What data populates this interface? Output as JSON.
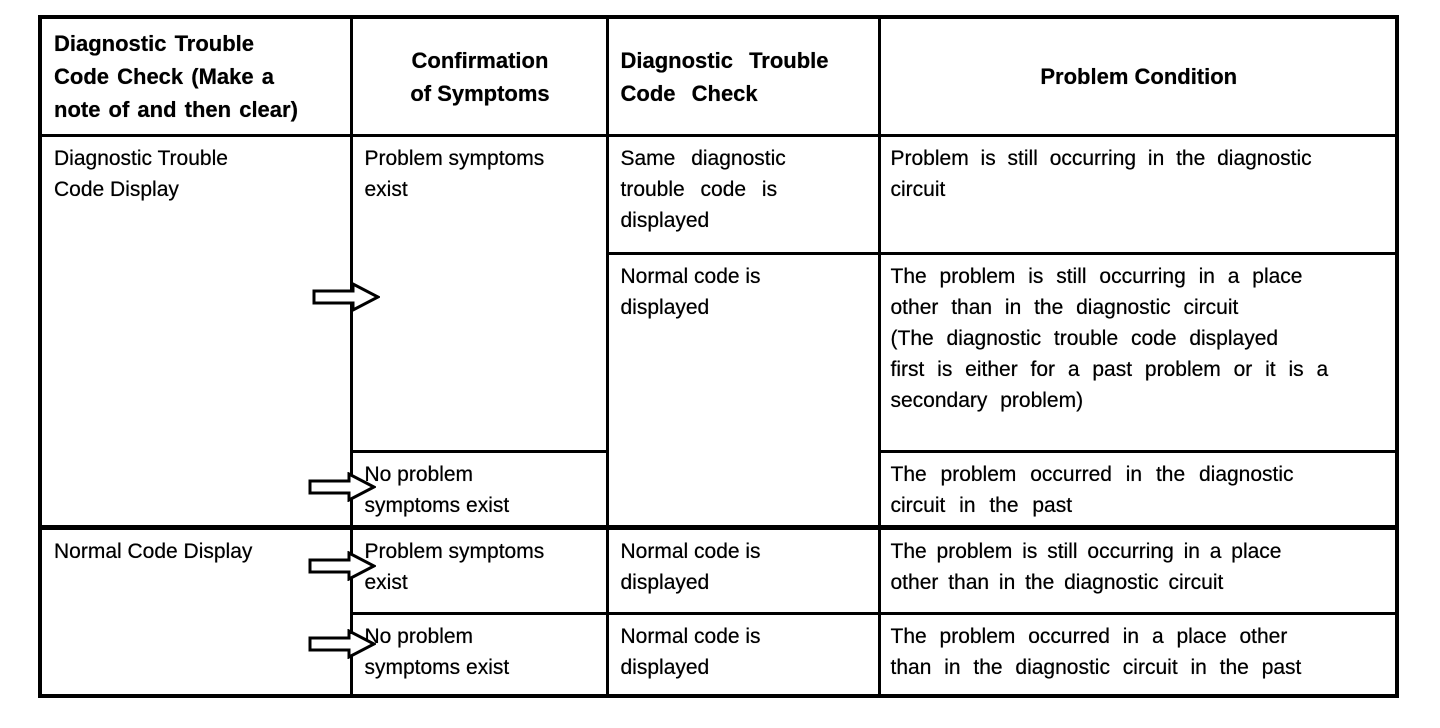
{
  "colors": {
    "ink": "#000000",
    "paper": "#ffffff"
  },
  "icons": {
    "row_pointer": "right-block-arrow"
  },
  "table": {
    "header": {
      "col1": "Diagnostic Trouble\nCode Check (Make a\nnote of and then clear)",
      "col2": "Confirmation\nof Symptoms",
      "col3": "Diagnostic Trouble\nCode Check",
      "col4": "Problem Condition"
    },
    "rows": [
      {
        "initial_code_check": "Diagnostic Trouble\nCode Display",
        "symptoms_confirmation": "Problem symptoms\nexist",
        "second_code_check": "Same diagnostic\ntrouble code is\ndisplayed",
        "problem_condition": "Problem is still occurring in the diagnostic\ncircuit"
      },
      {
        "second_code_check": "Normal code is\ndisplayed",
        "problem_condition": "The problem is still occurring in a place\nother than in the diagnostic circuit\n(The diagnostic trouble code displayed\nfirst is either for a past problem or it is a\nsecondary problem)"
      },
      {
        "symptoms_confirmation": "No problem\nsymptoms exist",
        "problem_condition": "The problem occurred in the diagnostic\ncircuit in the past"
      },
      {
        "initial_code_check": "Normal Code Display",
        "symptoms_confirmation": "Problem symptoms\nexist",
        "second_code_check": "Normal code is\ndisplayed",
        "problem_condition": "The problem is still occurring in a place\nother than in the diagnostic circuit"
      },
      {
        "symptoms_confirmation": "No problem\nsymptoms exist",
        "second_code_check": "Normal code is\ndisplayed",
        "problem_condition": "The problem occurred in a place other\nthan in the diagnostic circuit in the past"
      }
    ]
  }
}
